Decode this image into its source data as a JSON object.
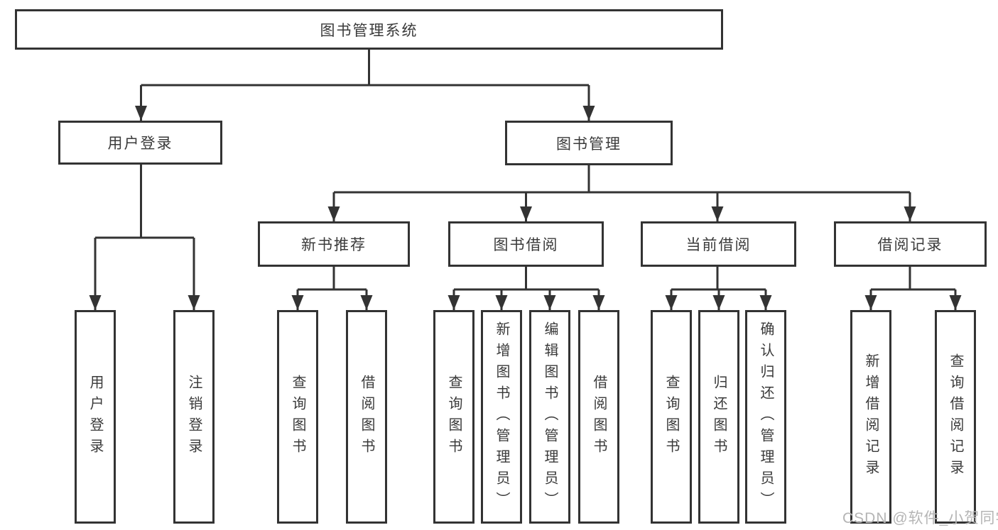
{
  "nodes": {
    "root": "图书管理系统",
    "user_login": "用户登录",
    "book_mgmt": "图书管理",
    "new_book": "新书推荐",
    "book_borrow": "图书借阅",
    "current_borrow": "当前借阅",
    "borrow_record": "借阅记录"
  },
  "leaves": {
    "user_login": [
      "用户登录",
      "注销登录"
    ],
    "new_book": [
      "查询图书",
      "借阅图书"
    ],
    "book_borrow": [
      "查询图书",
      "新增图书（管理员）",
      "编辑图书（管理员）",
      "借阅图书"
    ],
    "current_borrow": [
      "查询图书",
      "归还图书",
      "确认归还（管理员）"
    ],
    "borrow_record": [
      "新增借阅记录",
      "查询借阅记录"
    ]
  },
  "watermark": "CSDN @软件_小贺同学",
  "colors": {
    "line": "#333333",
    "text": "#3a3a3a",
    "background": "#ffffff",
    "watermark": "#b5b5b5"
  }
}
